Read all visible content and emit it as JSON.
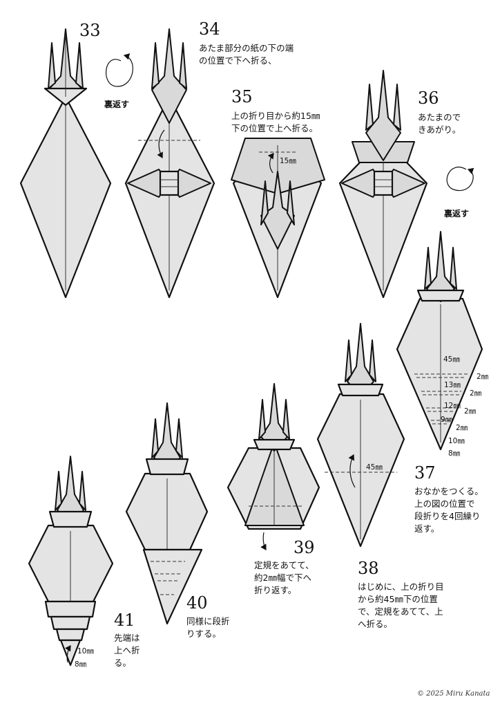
{
  "steps": {
    "s33": {
      "num": "33",
      "flip": "裏返す"
    },
    "s34": {
      "num": "34",
      "line1": "あたま部分の紙の下の端",
      "line2": "の位置で下へ折る、"
    },
    "s35": {
      "num": "35",
      "line1": "上の折り目から約15㎜",
      "line2": "下の位置で上へ折る。",
      "meas": "15㎜"
    },
    "s36": {
      "num": "36",
      "line1": "あたまので",
      "line2": "きあがり。",
      "flip": "裏返す"
    },
    "s37": {
      "num": "37",
      "line1": "おなかをつくる。",
      "line2": "上の図の位置で",
      "line3": "段折りを4回繰り",
      "line4": "返す。",
      "m1": "45㎜",
      "m2": "2㎜",
      "m3": "13㎜",
      "m4": "2㎜",
      "m5": "12㎜",
      "m6": "2㎜",
      "m7": "9㎜",
      "m8": "2㎜",
      "m9": "10㎜",
      "m10": "8㎜"
    },
    "s38": {
      "num": "38",
      "line1": "はじめに、上の折り目",
      "line2": "から約45㎜下の位置",
      "line3": "で、定規をあてて、上",
      "line4": "へ折る。",
      "meas": "45㎜"
    },
    "s39": {
      "num": "39",
      "line1": "定規をあてて、",
      "line2": "約2㎜幅で下へ",
      "line3": "折り返す。"
    },
    "s40": {
      "num": "40",
      "line1": "同様に段折",
      "line2": "りする。"
    },
    "s41": {
      "num": "41",
      "line1": "先端は",
      "line2": "上へ折",
      "line3": "る。",
      "m1": "10㎜",
      "m2": "8㎜"
    }
  },
  "copyright": "© 2025 Miru Kanata"
}
